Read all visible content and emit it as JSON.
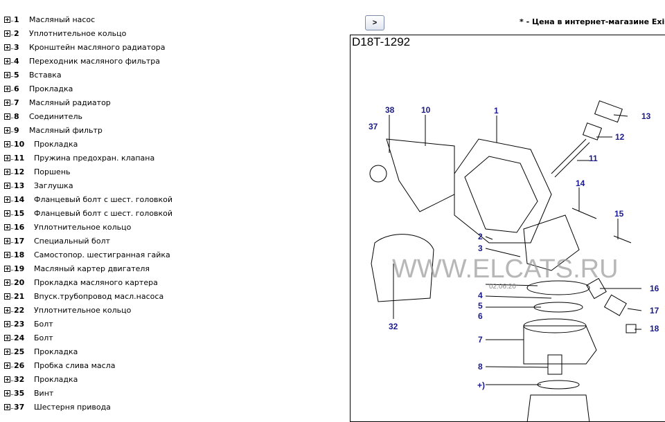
{
  "parts": [
    {
      "num": "1",
      "name": "Масляный насос"
    },
    {
      "num": "2",
      "name": "Уплотнительное кольцо"
    },
    {
      "num": "3",
      "name": "Кронштейн масляного радиатора"
    },
    {
      "num": "4",
      "name": "Переходник масляного фильтра"
    },
    {
      "num": "5",
      "name": "Вставка"
    },
    {
      "num": "6",
      "name": "Прокладка"
    },
    {
      "num": "7",
      "name": "Масляный радиатор"
    },
    {
      "num": "8",
      "name": "Соединитель"
    },
    {
      "num": "9",
      "name": "Масляный фильтр"
    },
    {
      "num": "10",
      "name": "Прокладка"
    },
    {
      "num": "11",
      "name": "Пружина предохран. клапана"
    },
    {
      "num": "12",
      "name": "Поршень"
    },
    {
      "num": "13",
      "name": "Заглушка"
    },
    {
      "num": "14",
      "name": "Фланцевый болт с шест. головкой"
    },
    {
      "num": "15",
      "name": "Фланцевый болт с шест. головкой"
    },
    {
      "num": "16",
      "name": "Уплотнительное кольцо"
    },
    {
      "num": "17",
      "name": "Специальный болт"
    },
    {
      "num": "18",
      "name": "Самостопор. шестигранная гайка"
    },
    {
      "num": "19",
      "name": "Масляный картер двигателя"
    },
    {
      "num": "20",
      "name": "Прокладка масляного картера"
    },
    {
      "num": "21",
      "name": "Впуск.трубопровод масл.насоса"
    },
    {
      "num": "22",
      "name": "Уплотнительное кольцо"
    },
    {
      "num": "23",
      "name": "Болт"
    },
    {
      "num": "24",
      "name": "Болт"
    },
    {
      "num": "25",
      "name": "Прокладка"
    },
    {
      "num": "26",
      "name": "Пробка слива масла"
    },
    {
      "num": "32",
      "name": "Прокладка"
    },
    {
      "num": "35",
      "name": "Винт"
    },
    {
      "num": "37",
      "name": "Шестерня привода"
    }
  ],
  "nav_button": ">",
  "price_note": "* - Цена в интернет-магазине Exist.ru",
  "diagram": {
    "code": "D18T-1292",
    "watermark": "WWW.ELCATS.RU",
    "date_stamp": "02.06.20",
    "callouts": [
      "38",
      "10",
      "1",
      "37",
      "13",
      "12",
      "11",
      "14",
      "15",
      "2",
      "3",
      "4",
      "5",
      "6",
      "16",
      "17",
      "18",
      "7",
      "8",
      "+)",
      "32"
    ]
  }
}
